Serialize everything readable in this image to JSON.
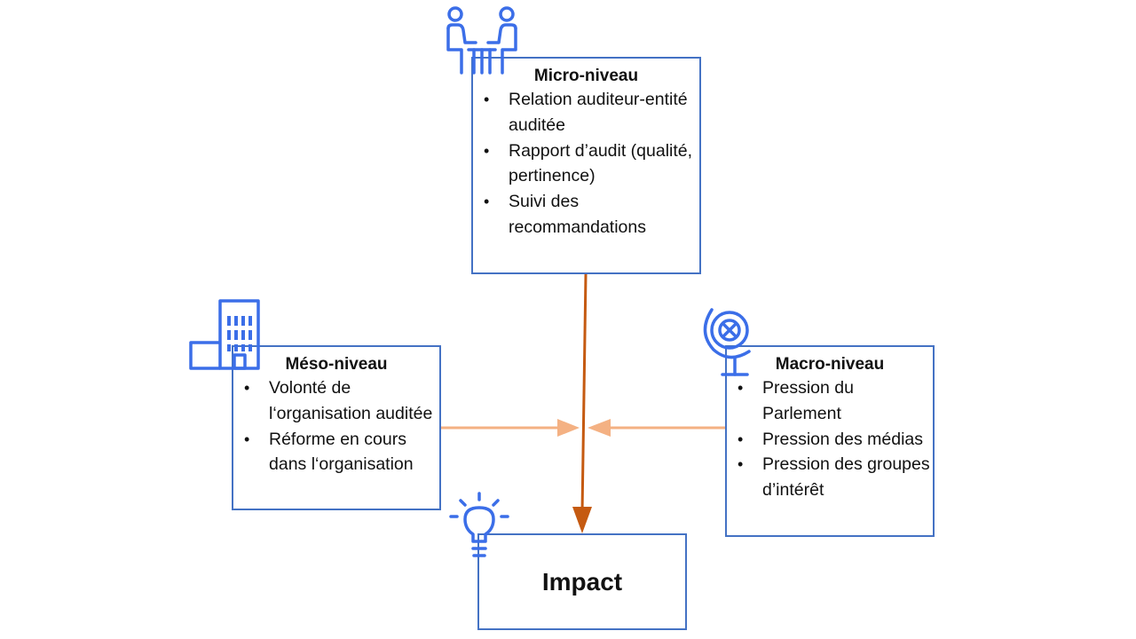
{
  "micro": {
    "title": "Micro-niveau",
    "items": [
      "Relation auditeur-entité auditée",
      "Rapport d’audit (qualité, pertinence)",
      "Suivi des recommandations"
    ]
  },
  "meso": {
    "title": "Méso-niveau",
    "items": [
      "Volonté de l‘organisation auditée",
      "Réforme en cours dans l‘organisation"
    ]
  },
  "macro": {
    "title": "Macro-niveau",
    "items": [
      "Pression du Parlement",
      "Pression des médias",
      "Pression des groupes d’intérêt"
    ]
  },
  "impact": {
    "label": "Impact"
  },
  "colors": {
    "box_border": "#4472C4",
    "icon_blue": "#3B6EE8",
    "arrow_main": "#C55A11",
    "arrow_side": "#F4B183"
  },
  "icons": {
    "micro": "meeting-people-icon",
    "meso": "building-icon",
    "macro": "globe-icon",
    "impact": "lightbulb-icon"
  }
}
